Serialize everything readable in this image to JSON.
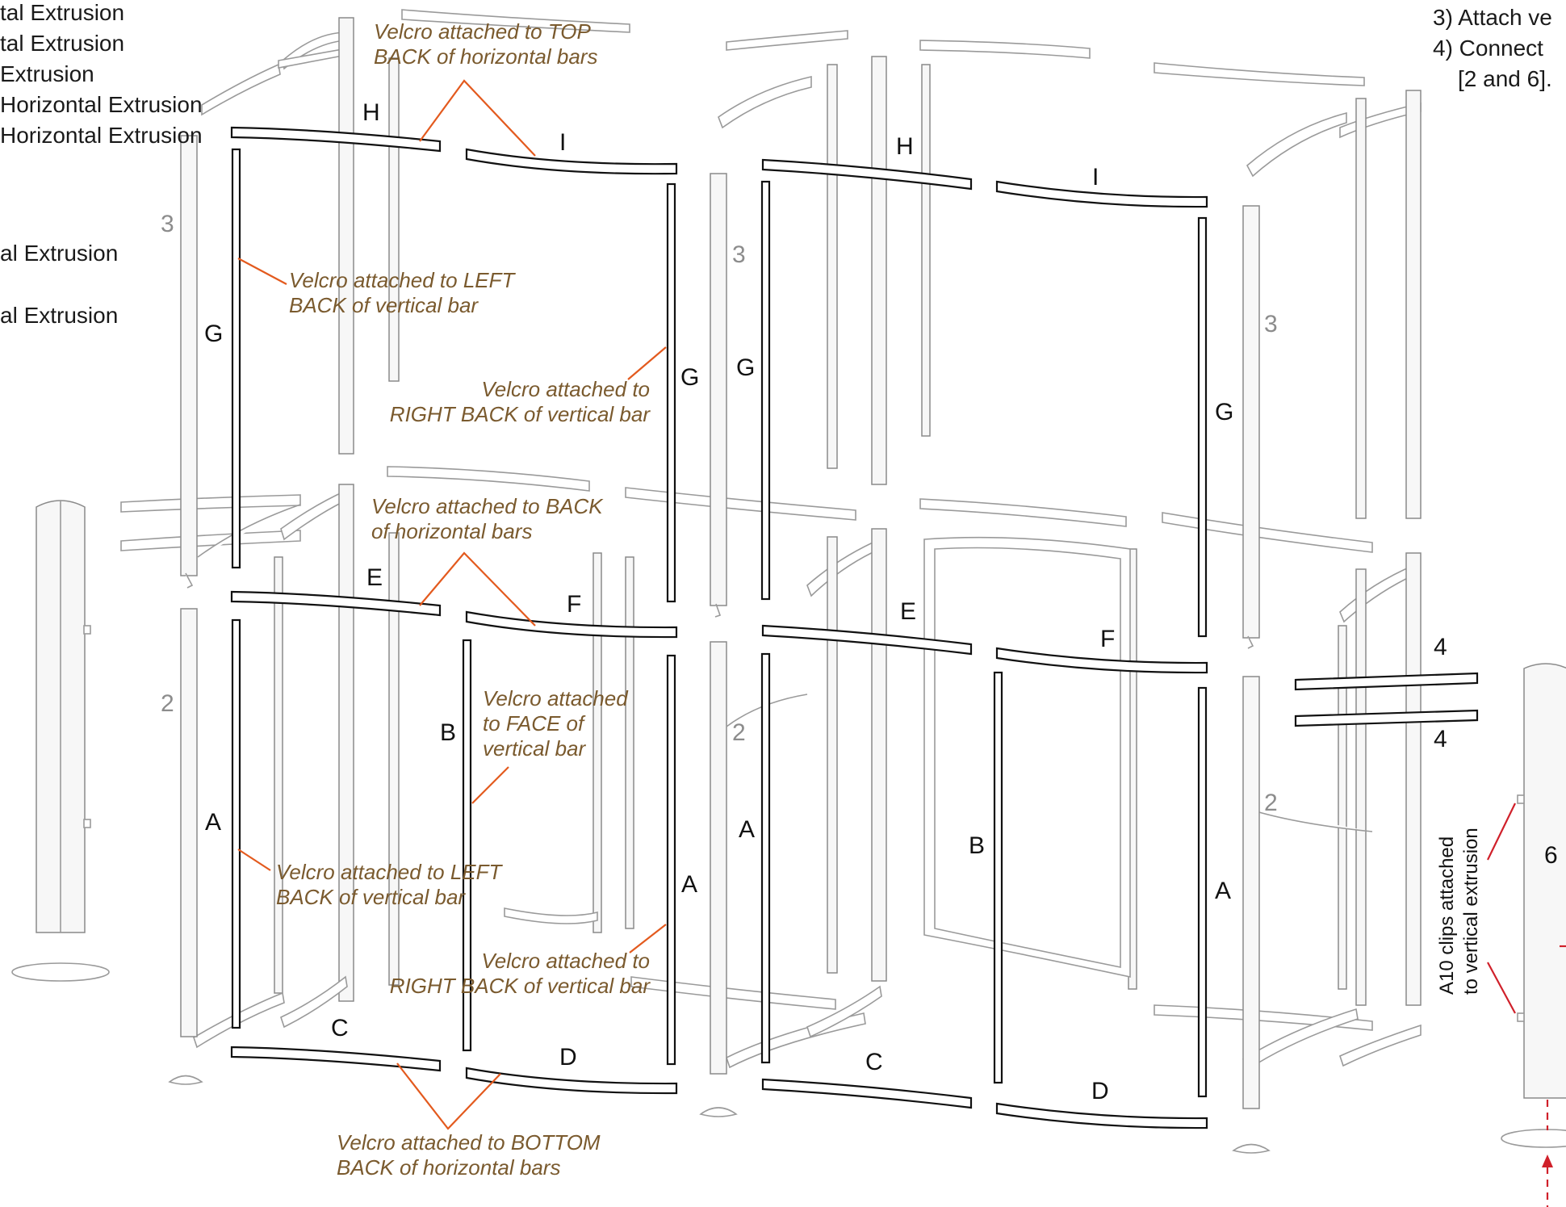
{
  "legend_items": [
    "tal Extrusion",
    "tal Extrusion",
    "Extrusion",
    "Horizontal Extrusion",
    "Horizontal Extrusion",
    "al Extrusion",
    "al Extrusion"
  ],
  "steps": [
    "3) Attach ve",
    "4) Connect",
    "[2 and 6]."
  ],
  "part_labels": {
    "A": "A",
    "B": "B",
    "C": "C",
    "D": "D",
    "E": "E",
    "F": "F",
    "G": "G",
    "H": "H",
    "I": "I"
  },
  "post_numbers": {
    "two": "2",
    "three": "3",
    "four": "4",
    "six": "6"
  },
  "notes": {
    "top_back_horizontal": [
      "Velcro attached to TOP",
      "BACK of horizontal bars"
    ],
    "left_back_vertical_upper": [
      "Velcro attached to LEFT",
      "BACK of vertical bar"
    ],
    "right_back_vertical_upper": [
      "Velcro attached to",
      "RIGHT BACK of vertical bar"
    ],
    "back_horizontal": [
      "Velcro attached to BACK",
      "of horizontal bars"
    ],
    "face_vertical": [
      "Velcro attached",
      "to FACE of",
      "vertical bar"
    ],
    "left_back_vertical_lower": [
      "Velcro attached to LEFT",
      "BACK of vertical bar"
    ],
    "right_back_vertical_lower": [
      "Velcro attached to",
      "RIGHT BACK of vertical bar"
    ],
    "bottom_back_horizontal": [
      "Velcro attached to BOTTOM",
      "BACK of horizontal bars"
    ]
  },
  "clips_label": [
    "A10 clips attached",
    "to vertical extrusion"
  ],
  "colors": {
    "annotation_text": "#7a5a2e",
    "leader_line": "#e35a1e",
    "clip_guide": "#d0202a"
  }
}
